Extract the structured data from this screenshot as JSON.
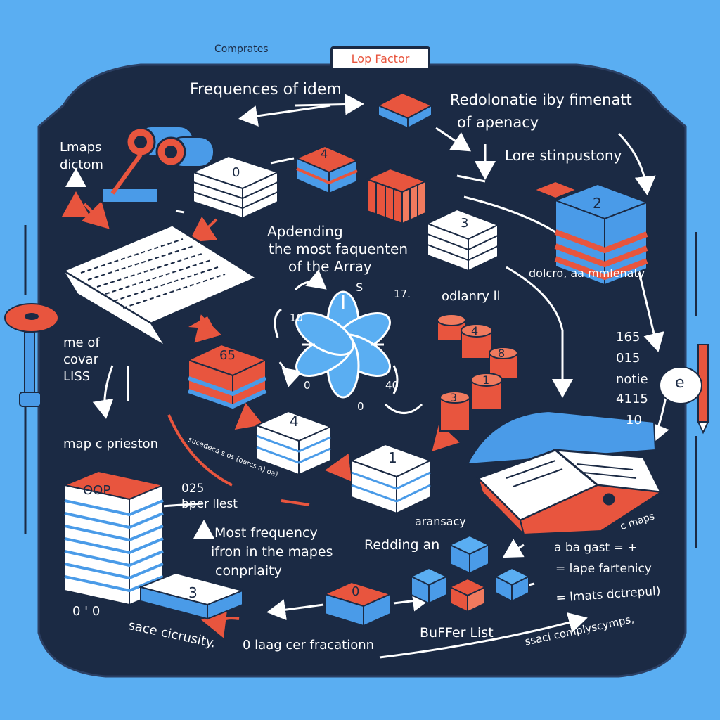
{
  "colors": {
    "background": "#5aaef2",
    "panel": "#1b2a44",
    "accent_red": "#e8553e",
    "accent_blue": "#4a9be8",
    "paper": "#ffffff"
  },
  "header": {
    "corner_label": "Comprates",
    "title": "Lop Factor"
  },
  "labels": {
    "freq_of_idem": "Frequences of idem",
    "redolonatie": "Redolonatie iby fimenatt",
    "of_apenacy": "of apenacy",
    "lore": "Lore stinpustony",
    "lmaps": "Lmaps",
    "dictom": "dictom",
    "apdending": "Apdending",
    "the_most": "the most faquenten",
    "of_array": "of the Array",
    "odlanry": "odlanry ll",
    "dolcro": "dolcro, aa mmlenaty",
    "me_of": "me of",
    "covar": "covar",
    "liss": "LISS",
    "map_c": "map c prieston",
    "oop": "OOP",
    "o25": "025",
    "bper_llest": "bper llest",
    "most_freq": "Most frequency",
    "ifron": "ifron in the mapes",
    "conprlaity": "conprlaity",
    "aransacy": "aransacy",
    "redding": "Redding an",
    "buffer": "BuFFer List",
    "lagg": "0  laag cer fracationn",
    "sace": "sace cicrusity.",
    "oo": "0 ' 0",
    "ssaci": "ssaci complyscymps,",
    "aba": "a ba gast  =  +",
    "lape": "= lape fartenicy",
    "lmats": "= lmats dctrepul)",
    "cmaps": "c maps",
    "nums": [
      "165",
      "015",
      "notie",
      "4115",
      "10"
    ],
    "small_arrow_text": "sucedeca s os (oarcs a) oa)"
  },
  "cards": {
    "c0": "0",
    "c4top": "4",
    "c3": "3",
    "c2": "2",
    "c6": "65",
    "c4mid": "4",
    "c1": "1",
    "c3low": "3",
    "c0low": "0",
    "e_badge": "e"
  },
  "coins": [
    "4",
    "8",
    "3",
    "1"
  ],
  "flower_ticks": {
    "top": "S",
    "topright": "17.",
    "left": "10",
    "bottomleft": "0",
    "bottom": "0",
    "bottomright": "40"
  }
}
